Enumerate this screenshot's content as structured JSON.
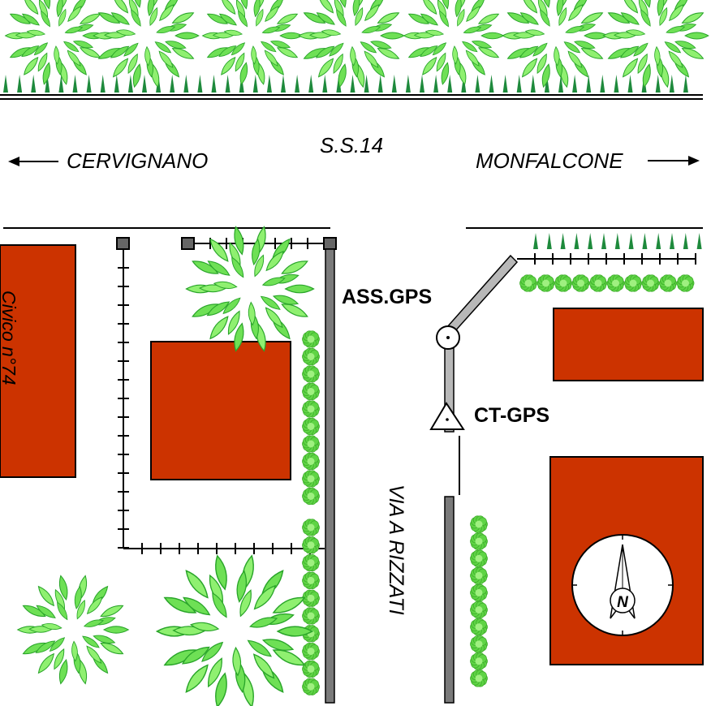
{
  "road": {
    "name": "S.S.14",
    "west_destination": "CERVIGNANO",
    "east_destination": "MONFALCONE",
    "side_street": "VIA A RIZZATI"
  },
  "buildings": {
    "civic_number_label": "Civico n°74"
  },
  "markers": {
    "gps_axis_label": "ASS.GPS",
    "gps_point_label": "CT-GPS"
  },
  "north_arrow": {
    "letter": "N"
  },
  "colors": {
    "building": "#cc3300",
    "tree_light": "#8ff070",
    "tree_dark": "#2aa52a",
    "hedge": "#5fd445",
    "grass": "#1e8a3c",
    "wall": "#7a7a7a",
    "fence_post": "#666666"
  },
  "icons": [
    "tree-icon",
    "hedge-icon",
    "grass-icon",
    "arrow-left-icon",
    "arrow-right-icon",
    "north-arrow-icon",
    "gps-axis-marker-icon",
    "gps-benchmark-icon"
  ]
}
